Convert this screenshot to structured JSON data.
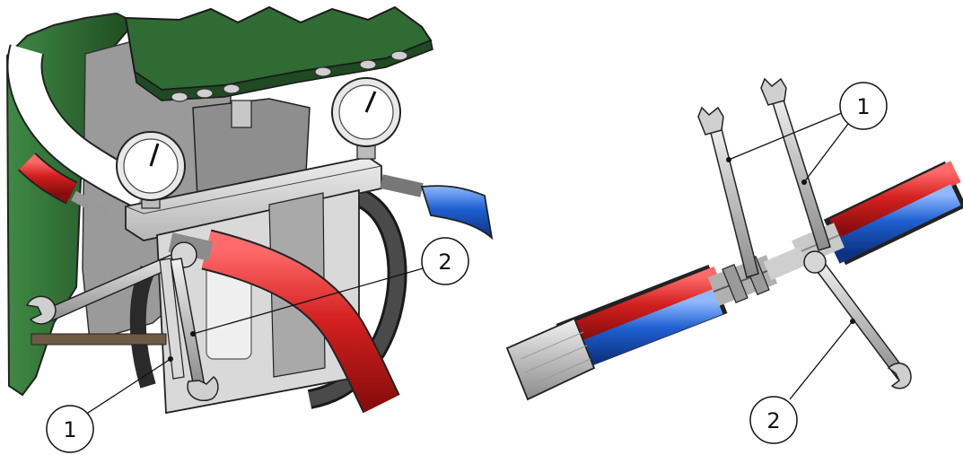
{
  "callouts": {
    "left_1": "1",
    "left_2": "2",
    "right_1": "1",
    "right_2": "2"
  },
  "colors": {
    "panel_green": "#2f6b33",
    "panel_green_dark": "#1f4a22",
    "hose_red": "#d42020",
    "hose_blue": "#1e5fd0",
    "metal": "#c8c8c8",
    "metal_dark": "#7a7a7a",
    "hose_black": "#3a3a3a",
    "outline": "#222222"
  }
}
